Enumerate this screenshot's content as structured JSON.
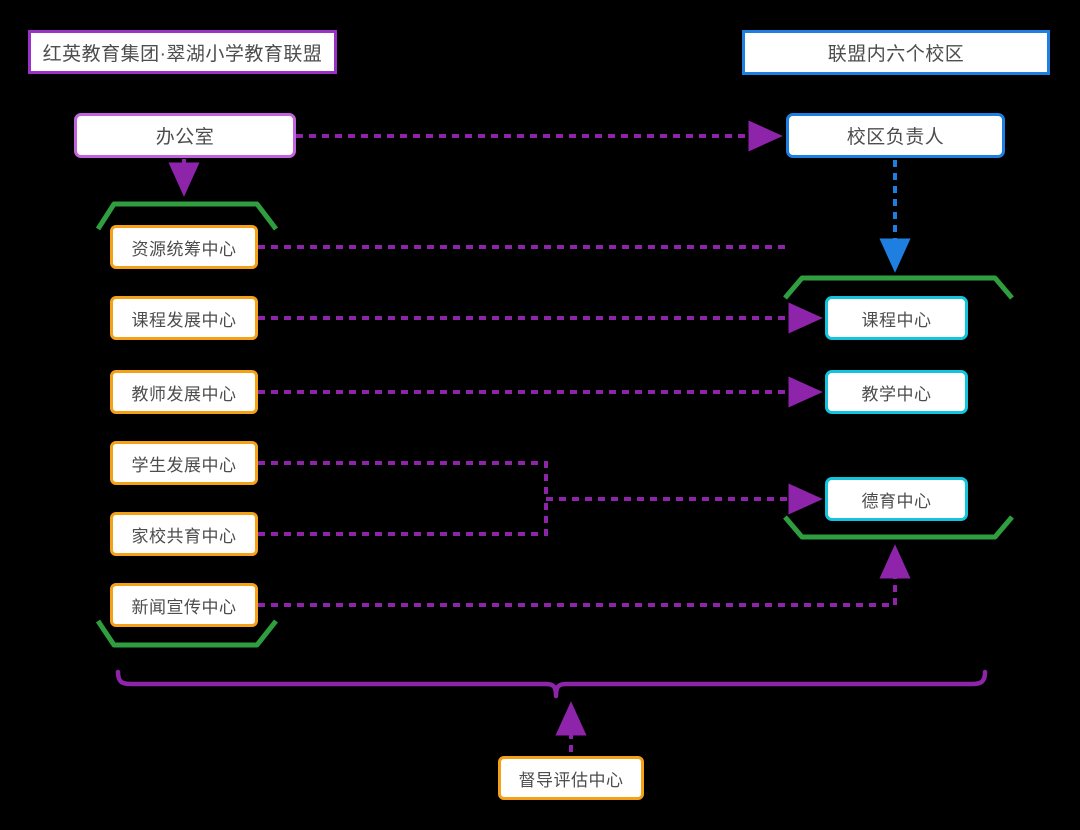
{
  "diagram": {
    "title_left": "红英教育集团·翠湖小学教育联盟",
    "title_right": "联盟内六个校区",
    "office": "办公室",
    "campus_lead": "校区负责人",
    "left_centers": [
      "资源统筹中心",
      "课程发展中心",
      "教师发展中心",
      "学生发展中心",
      "家校共育中心",
      "新闻宣传中心"
    ],
    "right_centers": [
      "课程中心",
      "教学中心",
      "德育中心"
    ],
    "supervision": "督导评估中心",
    "colors": {
      "background": "#000000",
      "purple_border": "#9a32c8",
      "purple_light_border": "#c264dd",
      "blue_border": "#1f7fe0",
      "orange_border": "#f5a118",
      "cyan_border": "#12c4de",
      "green_bracket": "#2f9e3f",
      "purple_connector": "#8e24aa",
      "blue_connector": "#1f7fe0",
      "node_fill": "#ffffff",
      "text": "#4d4d4d"
    }
  }
}
